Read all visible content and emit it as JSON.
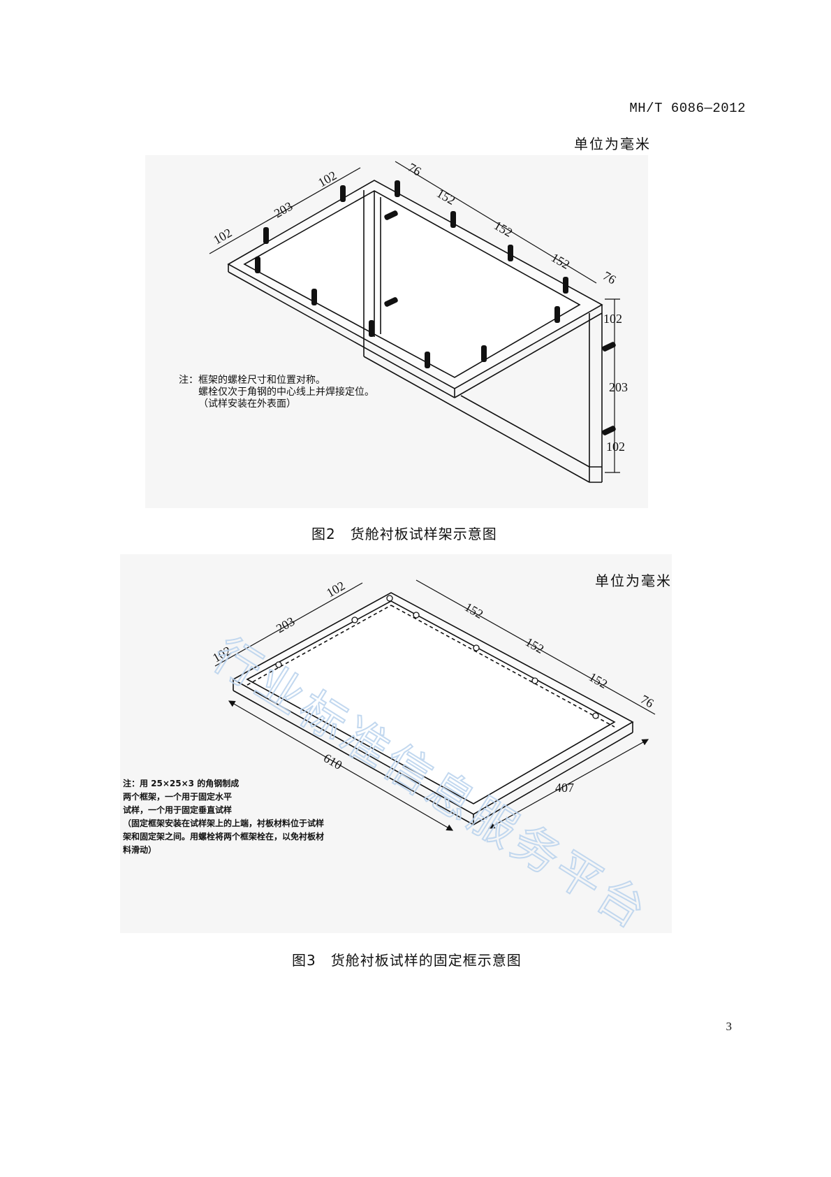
{
  "header": {
    "standard_no": "MH/T 6086—2012"
  },
  "figure2": {
    "unit_label": "单位为毫米",
    "caption": "图2　货舱衬板试样架示意图",
    "note_lines": [
      "注：框架的螺栓尺寸和位置对称。",
      "螺栓仅次于角钢的中心线上并焊接定位。",
      "（试样安装在外表面）"
    ],
    "dims": {
      "d102a": "102",
      "d203": "203",
      "d102b": "102",
      "d76a": "76",
      "d152a": "152",
      "d152b": "152",
      "d152c": "152",
      "d76b": "76",
      "v102a": "102",
      "v203": "203",
      "v102b": "102"
    }
  },
  "figure3": {
    "unit_label": "单位为毫米",
    "caption": "图3　货舱衬板试样的固定框示意图",
    "note_lines": [
      "注：用 25×25×3 的角钢制成",
      "两个框架，一个用于固定水平",
      "试样，一个用于固定垂直试样",
      "（固定框架安装在试样架上的上端，衬板材料位于试样",
      "架和固定架之间。用螺栓将两个框架栓在，以免衬板材",
      "料滑动）"
    ],
    "dims": {
      "d102a": "102",
      "d203": "203",
      "d102b": "102",
      "d152a": "152",
      "d152b": "152",
      "d152c": "152",
      "d76": "76",
      "d610": "610",
      "d407": "407"
    }
  },
  "watermark": "行业标准信息服务平台",
  "page_number": "3"
}
